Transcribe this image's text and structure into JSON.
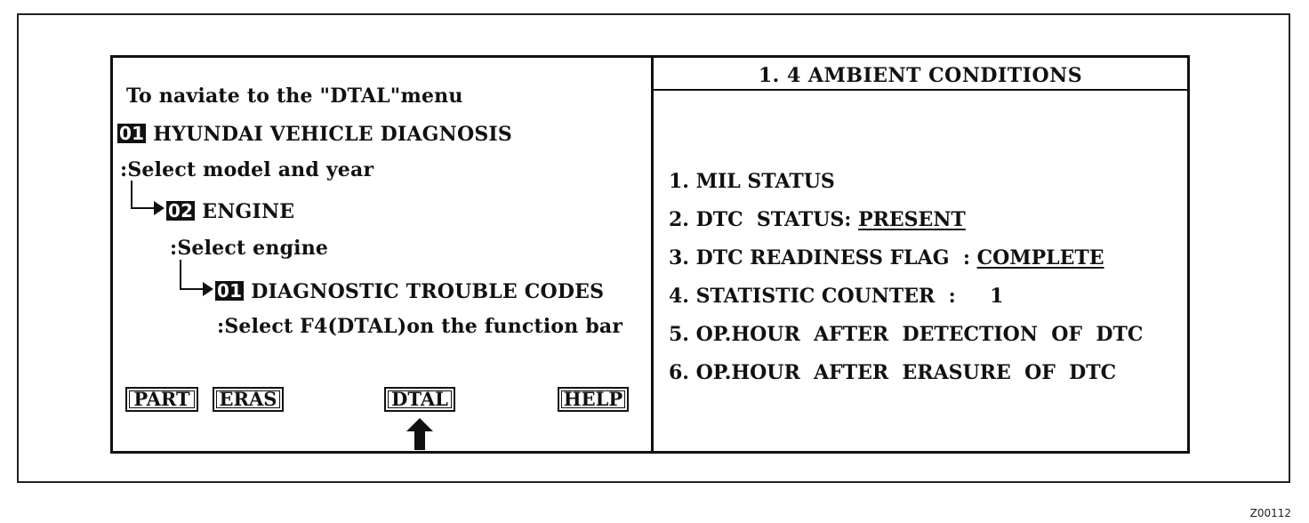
{
  "left_panel": {
    "intro": "To naviate to the \"DTAL\"menu",
    "level1": {
      "code": "01",
      "label": "HYUNDAI VEHICLE DIAGNOSIS",
      "hint": ":Select model and year"
    },
    "level2": {
      "code": "02",
      "label": "ENGINE",
      "hint": ":Select engine"
    },
    "level3": {
      "code": "01",
      "label": "DIAGNOSTIC TROUBLE CODES",
      "hint": ":Select F4(DTAL)on the function bar"
    },
    "function_keys": [
      "PART",
      "ERAS",
      "DTAL",
      "HELP"
    ],
    "pointer_icon": "up-arrow-icon"
  },
  "right_panel": {
    "title": "1. 4 AMBIENT  CONDITIONS",
    "items": [
      {
        "label": "1. MIL  STATUS",
        "value": ""
      },
      {
        "label": "2. DTC  STATUS: ",
        "value": "PRESENT"
      },
      {
        "label": "3. DTC READINESS FLAG  : ",
        "value": "COMPLETE"
      },
      {
        "label": "4. STATISTIC COUNTER  :     ",
        "value": "1"
      },
      {
        "label": "5. OP.HOUR  AFTER  DETECTION  OF  DTC",
        "value": ""
      },
      {
        "label": "6. OP.HOUR  AFTER  ERASURE  OF  DTC",
        "value": ""
      }
    ]
  },
  "caption": "Z00112"
}
